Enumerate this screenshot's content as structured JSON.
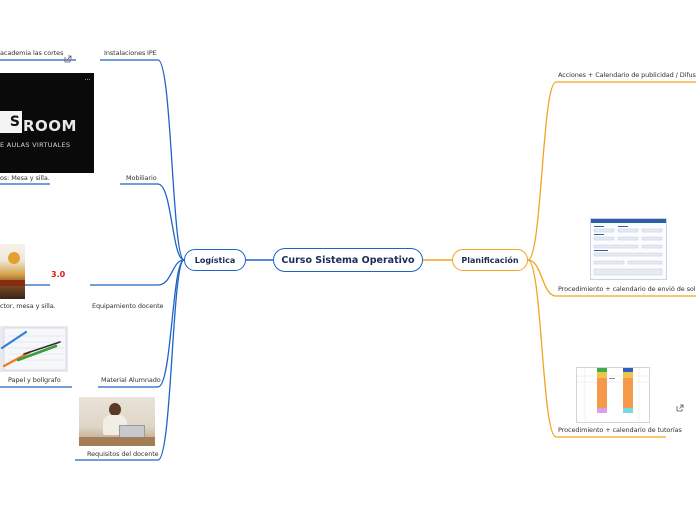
{
  "central": {
    "title": "Curso Sistema Operativo"
  },
  "left": {
    "title": "Logística",
    "items": {
      "instalaciones": "Instalaciones",
      "ipe": "IPE",
      "academia_cortes": "academia las cortes",
      "mobiliario": "Mobiliario",
      "mobiliario_detail": "os: Mesa y silla.",
      "equipamiento": "Equipamiento docente",
      "equipamiento_detail": "ctor, mesa y silla.",
      "badge_30": "3.0",
      "material": "Material Alumnado",
      "papel": "Papel y bolígrafo",
      "requisitos": "Requisitos del docente"
    },
    "classroom": {
      "big": "ROOM",
      "sub": "E AULAS VIRTUALES",
      "prefix": "S"
    }
  },
  "right": {
    "title": "Planificación",
    "items": {
      "acciones": "Acciones + Calendario de publicidad / Difusión",
      "procedimiento_solicitud": "Procedimiento + calendario de envió de solicitudes",
      "procedimiento_tutorias": "Procedimiento + calendario de tutorías"
    }
  },
  "colors": {
    "left_branch": "#1e63c8",
    "right_branch": "#f2a31e",
    "central_border": "#1e63c8",
    "badge": "#d91c1c"
  },
  "icons": [
    "external-link-icon"
  ]
}
